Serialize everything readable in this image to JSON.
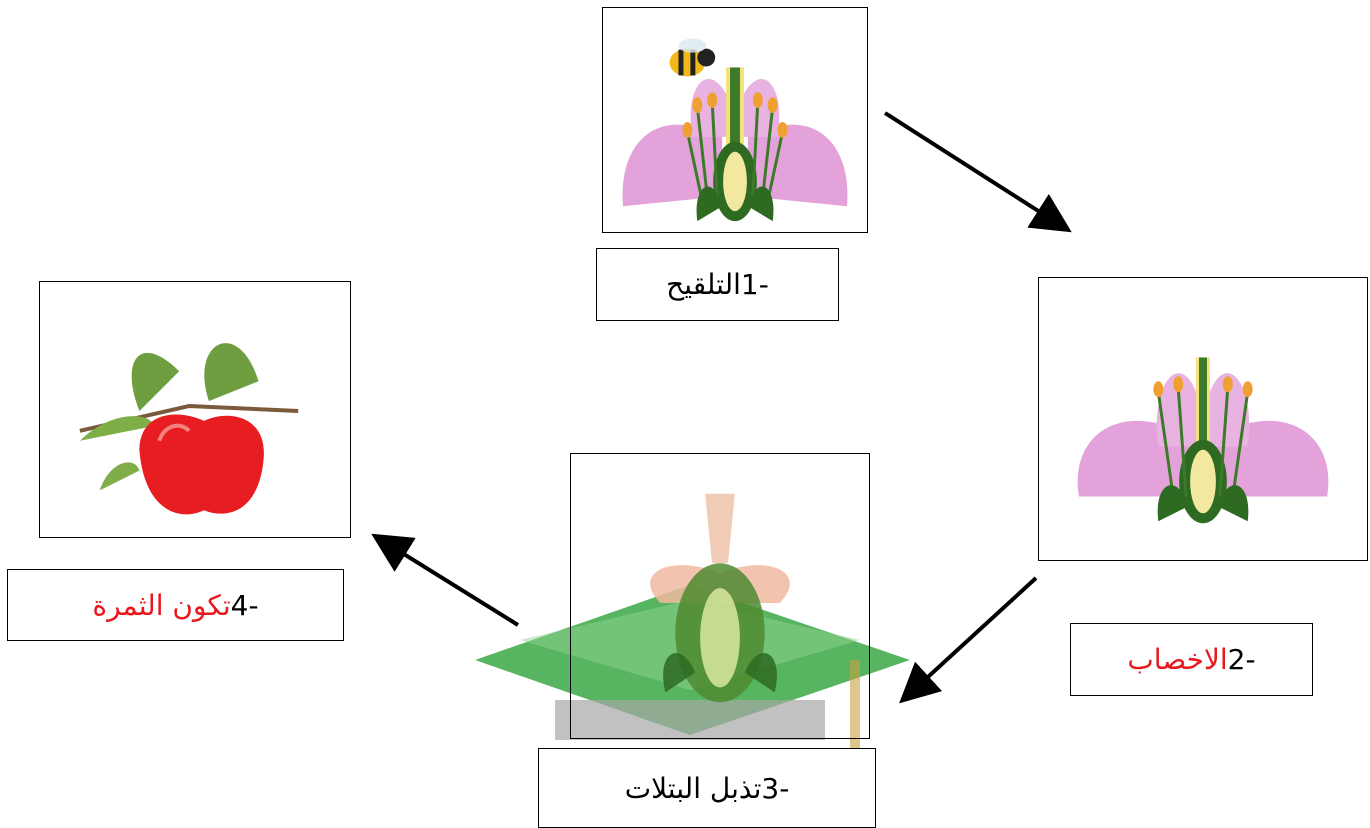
{
  "steps": [
    {
      "number": "1-",
      "name": "التلقيح",
      "name_color": "#000000",
      "image": "flower-with-bee"
    },
    {
      "number": "2-",
      "name": "الاخصاب",
      "name_color": "#e8171b",
      "image": "flower"
    },
    {
      "number": "3-",
      "name": "تذبل البتلات",
      "name_color": "#000000",
      "image": "wilted-flower"
    },
    {
      "number": "4-",
      "name": "تكون الثمرة",
      "name_color": "#e8171b",
      "image": "apple-on-branch"
    }
  ],
  "colors": {
    "petal": "#e3a3da",
    "stem": "#3c7a2a",
    "anther": "#f0a030",
    "apple": "#e81d22",
    "leaf": "#6f9e40",
    "watermark_green": "#3aa845",
    "watermark_gray": "#a6a6a6"
  }
}
